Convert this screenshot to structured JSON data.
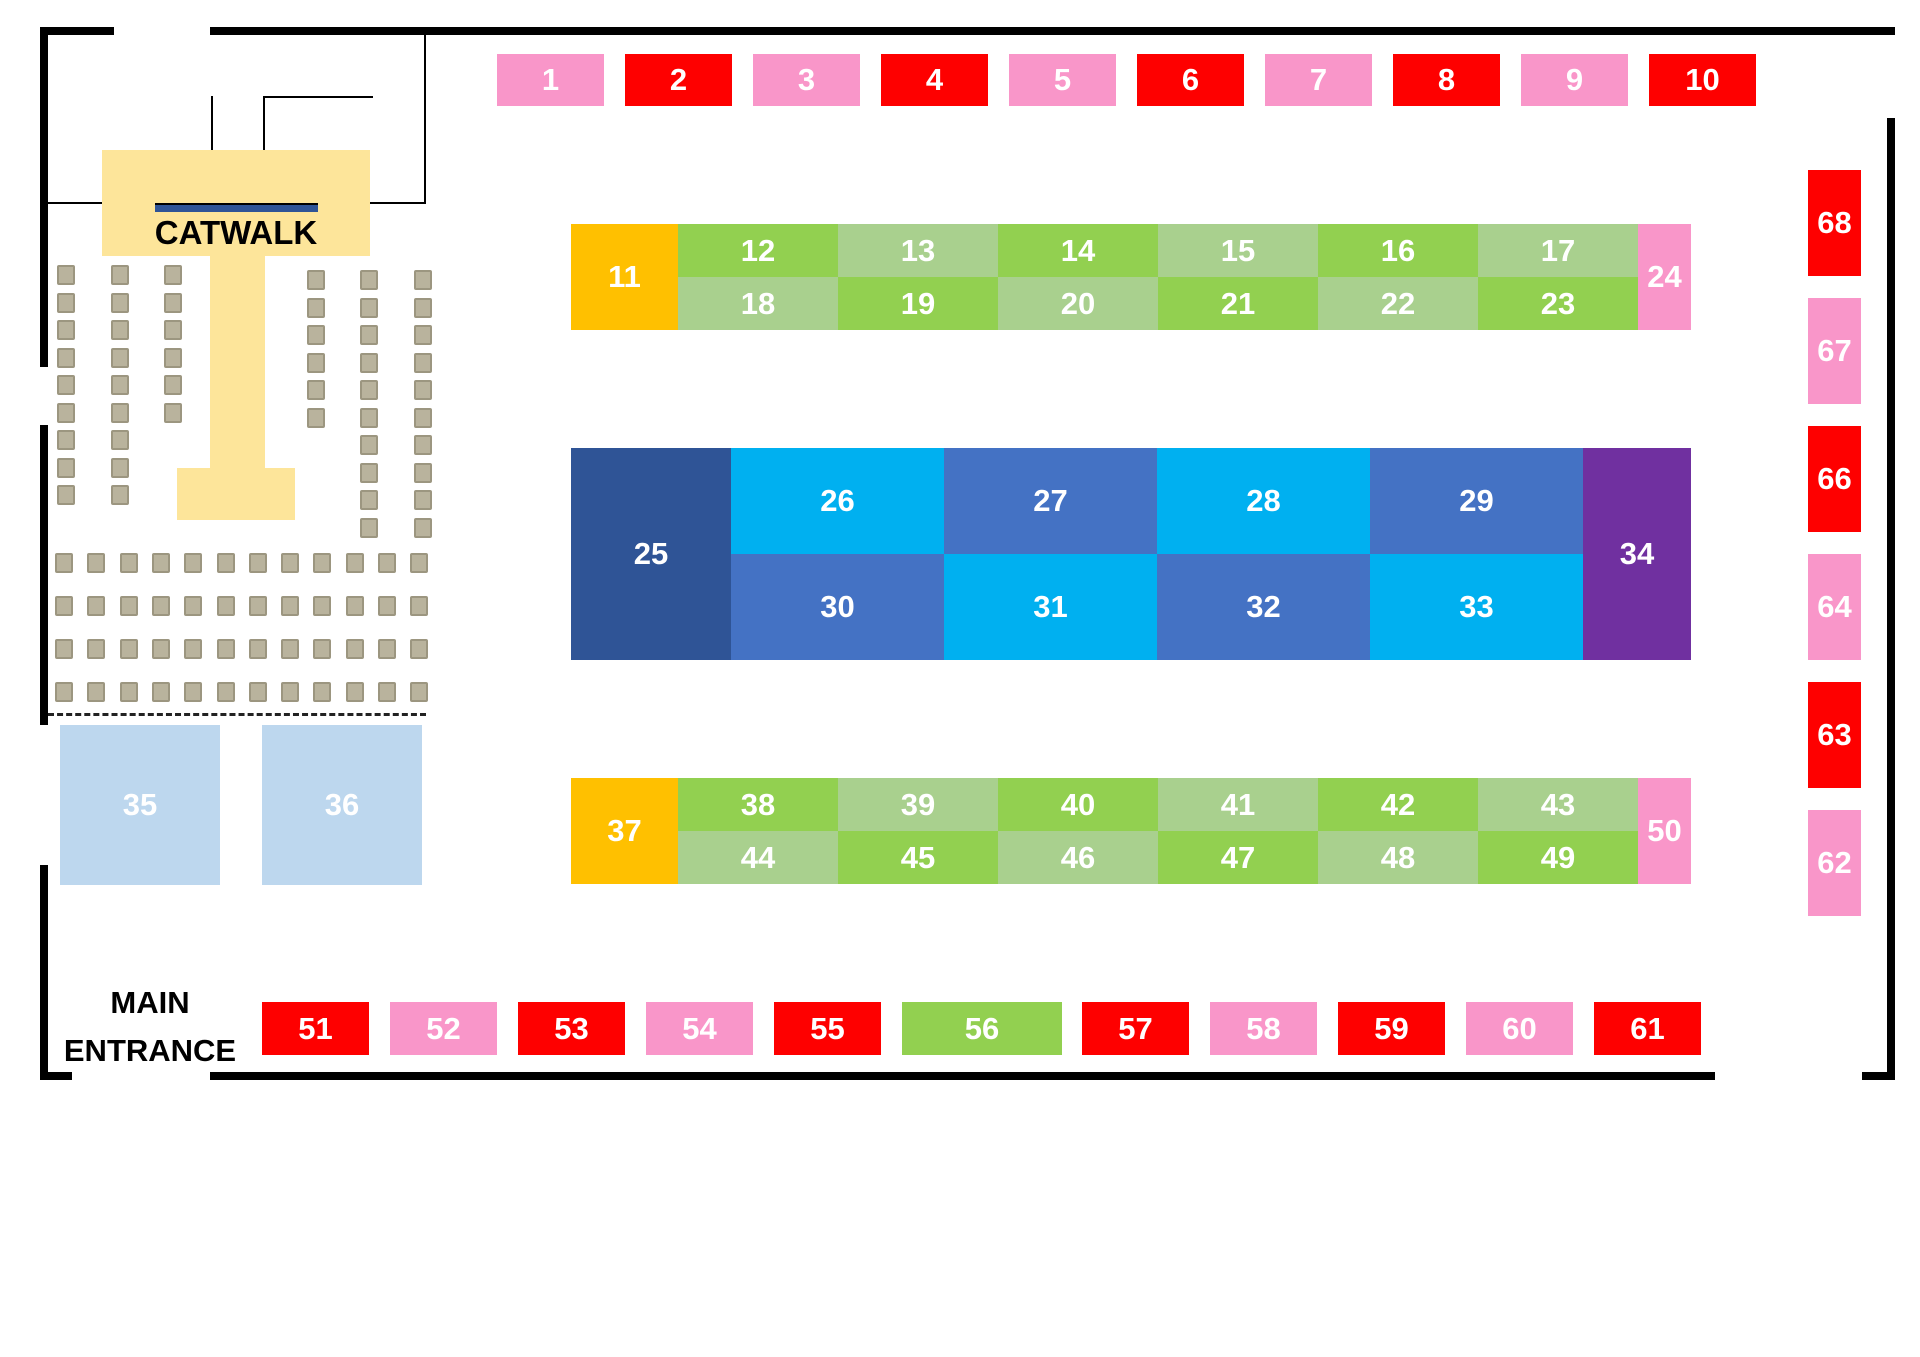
{
  "map": {
    "catwalk_label": "CATWALK",
    "entrance_label_line1": "MAIN",
    "entrance_label_line2": "ENTRANCE",
    "colors": {
      "pink": "#f996c9",
      "red": "#fe0000",
      "green": "#92d050",
      "light_green": "#a9d08e",
      "gold": "#ffc000",
      "navy": "#2f5496",
      "cyan": "#00b0f0",
      "royal_blue": "#4472c4",
      "purple": "#7030a0",
      "pale_blue": "#bdd7ee",
      "catwalk": "#fde59a",
      "chair": "#b9b39d"
    },
    "booths": [
      {
        "id": "1",
        "color": "pink"
      },
      {
        "id": "2",
        "color": "red"
      },
      {
        "id": "3",
        "color": "pink"
      },
      {
        "id": "4",
        "color": "red"
      },
      {
        "id": "5",
        "color": "pink"
      },
      {
        "id": "6",
        "color": "red"
      },
      {
        "id": "7",
        "color": "pink"
      },
      {
        "id": "8",
        "color": "red"
      },
      {
        "id": "9",
        "color": "pink"
      },
      {
        "id": "10",
        "color": "red"
      },
      {
        "id": "11",
        "color": "gold"
      },
      {
        "id": "12",
        "color": "green"
      },
      {
        "id": "13",
        "color": "light_green"
      },
      {
        "id": "14",
        "color": "green"
      },
      {
        "id": "15",
        "color": "light_green"
      },
      {
        "id": "16",
        "color": "green"
      },
      {
        "id": "17",
        "color": "light_green"
      },
      {
        "id": "18",
        "color": "light_green"
      },
      {
        "id": "19",
        "color": "green"
      },
      {
        "id": "20",
        "color": "light_green"
      },
      {
        "id": "21",
        "color": "green"
      },
      {
        "id": "22",
        "color": "light_green"
      },
      {
        "id": "23",
        "color": "green"
      },
      {
        "id": "24",
        "color": "pink"
      },
      {
        "id": "25",
        "color": "navy"
      },
      {
        "id": "26",
        "color": "cyan"
      },
      {
        "id": "27",
        "color": "royal_blue"
      },
      {
        "id": "28",
        "color": "cyan"
      },
      {
        "id": "29",
        "color": "royal_blue"
      },
      {
        "id": "30",
        "color": "royal_blue"
      },
      {
        "id": "31",
        "color": "cyan"
      },
      {
        "id": "32",
        "color": "royal_blue"
      },
      {
        "id": "33",
        "color": "cyan"
      },
      {
        "id": "34",
        "color": "purple"
      },
      {
        "id": "35",
        "color": "pale_blue"
      },
      {
        "id": "36",
        "color": "pale_blue"
      },
      {
        "id": "37",
        "color": "gold"
      },
      {
        "id": "38",
        "color": "green"
      },
      {
        "id": "39",
        "color": "light_green"
      },
      {
        "id": "40",
        "color": "green"
      },
      {
        "id": "41",
        "color": "light_green"
      },
      {
        "id": "42",
        "color": "green"
      },
      {
        "id": "43",
        "color": "light_green"
      },
      {
        "id": "44",
        "color": "light_green"
      },
      {
        "id": "45",
        "color": "green"
      },
      {
        "id": "46",
        "color": "light_green"
      },
      {
        "id": "47",
        "color": "green"
      },
      {
        "id": "48",
        "color": "light_green"
      },
      {
        "id": "49",
        "color": "green"
      },
      {
        "id": "50",
        "color": "pink"
      },
      {
        "id": "51",
        "color": "red"
      },
      {
        "id": "52",
        "color": "pink"
      },
      {
        "id": "53",
        "color": "red"
      },
      {
        "id": "54",
        "color": "pink"
      },
      {
        "id": "55",
        "color": "red"
      },
      {
        "id": "56",
        "color": "green"
      },
      {
        "id": "57",
        "color": "red"
      },
      {
        "id": "58",
        "color": "pink"
      },
      {
        "id": "59",
        "color": "red"
      },
      {
        "id": "60",
        "color": "pink"
      },
      {
        "id": "61",
        "color": "red"
      },
      {
        "id": "62",
        "color": "pink"
      },
      {
        "id": "63",
        "color": "red"
      },
      {
        "id": "64",
        "color": "pink"
      },
      {
        "id": "66",
        "color": "red"
      },
      {
        "id": "67",
        "color": "pink"
      },
      {
        "id": "68",
        "color": "red"
      }
    ]
  }
}
